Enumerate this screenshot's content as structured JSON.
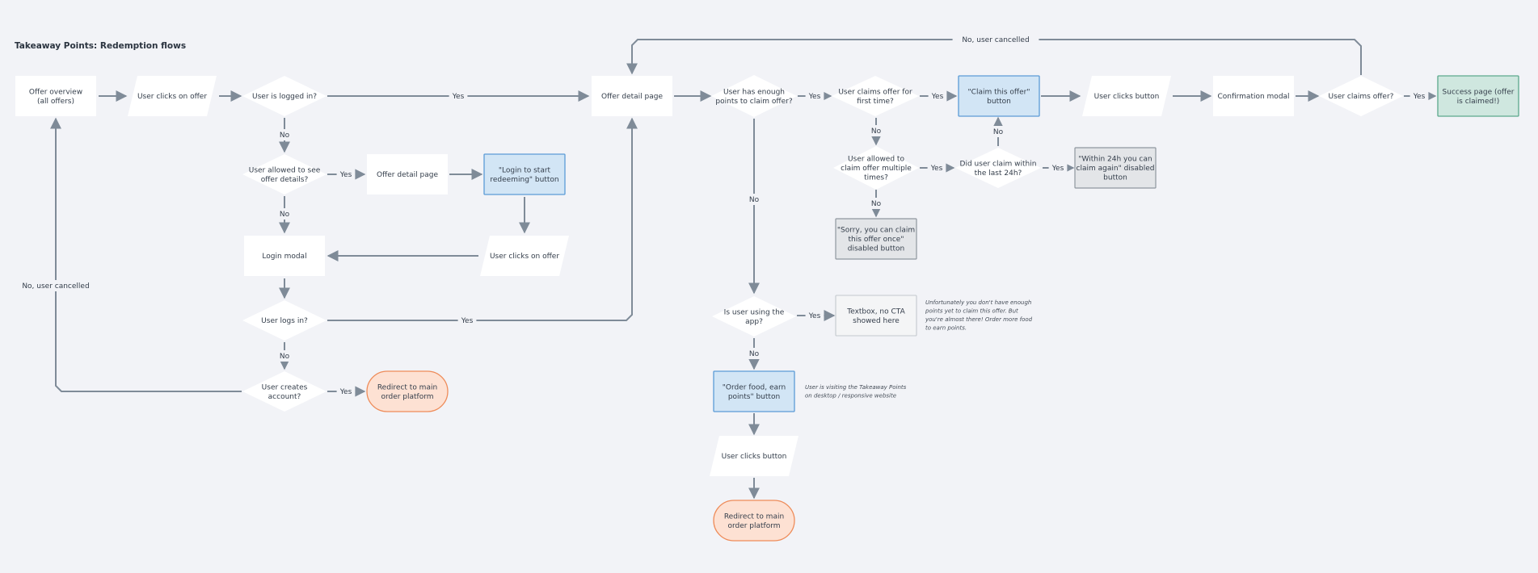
{
  "title": "Takeaway Points: Redemption flows",
  "colors": {
    "background": "#f2f3f7",
    "box": "#ffffff",
    "blue_fill": "#d2e5f5",
    "blue_stroke": "#5b9bd6",
    "gray_fill": "#e3e5e8",
    "gray_stroke": "#8f969e",
    "green_fill": "#cfe7df",
    "green_stroke": "#5ca88c",
    "orange_fill": "#fde1d3",
    "orange_stroke": "#ee8c5a",
    "edge": "#7f8b98",
    "text": "#333d4a"
  },
  "nodes": [
    {
      "id": "offer-overview",
      "shape": "rect",
      "lines": [
        "Offer overview",
        "(all offers)"
      ]
    },
    {
      "id": "user-clicks-offer-1",
      "shape": "para",
      "lines": [
        "User clicks on offer"
      ]
    },
    {
      "id": "user-logged-in",
      "shape": "diamond",
      "lines": [
        "User is logged in?"
      ]
    },
    {
      "id": "user-allowed-see",
      "shape": "diamond",
      "lines": [
        "User allowed to see",
        "offer details?"
      ]
    },
    {
      "id": "offer-detail-page-2",
      "shape": "rect",
      "lines": [
        "Offer detail page"
      ]
    },
    {
      "id": "login-start-button",
      "shape": "blue",
      "lines": [
        "\"Login to start",
        "redeeming\" button"
      ]
    },
    {
      "id": "user-clicks-offer-2",
      "shape": "para",
      "lines": [
        "User clicks on offer"
      ]
    },
    {
      "id": "login-modal",
      "shape": "rect",
      "lines": [
        "Login modal"
      ]
    },
    {
      "id": "user-logs-in",
      "shape": "diamond",
      "lines": [
        "User logs in?"
      ]
    },
    {
      "id": "user-creates-account",
      "shape": "diamond",
      "lines": [
        "User creates",
        "account?"
      ]
    },
    {
      "id": "redirect-1",
      "shape": "pill",
      "lines": [
        "Redirect to main",
        "order platform"
      ]
    },
    {
      "id": "offer-detail-page-1",
      "shape": "rect",
      "lines": [
        "Offer detail page"
      ]
    },
    {
      "id": "enough-points",
      "shape": "diamond",
      "lines": [
        "User has enough",
        "points to claim offer?"
      ]
    },
    {
      "id": "claims-first-time",
      "shape": "diamond",
      "lines": [
        "User claims offer for",
        "first time?"
      ]
    },
    {
      "id": "claim-button",
      "shape": "blue",
      "lines": [
        "\"Claim this offer\"",
        "button"
      ]
    },
    {
      "id": "user-clicks-button-1",
      "shape": "para",
      "lines": [
        "User clicks button"
      ]
    },
    {
      "id": "confirmation-modal",
      "shape": "rect",
      "lines": [
        "Confirmation modal"
      ]
    },
    {
      "id": "user-claims-offer",
      "shape": "diamond",
      "lines": [
        "User claims offer?"
      ]
    },
    {
      "id": "success-page",
      "shape": "green",
      "lines": [
        "Success page (offer",
        "is claimed!)"
      ]
    },
    {
      "id": "allowed-multiple",
      "shape": "diamond",
      "lines": [
        "User allowed to",
        "claim offer multiple",
        "times?"
      ]
    },
    {
      "id": "claim-within-24h",
      "shape": "diamond",
      "lines": [
        "Did user claim within",
        "the last 24h?"
      ]
    },
    {
      "id": "within-24h-button",
      "shape": "gray",
      "lines": [
        "\"Within 24h you can",
        "claim again\" disabled",
        "button"
      ]
    },
    {
      "id": "sorry-button",
      "shape": "gray",
      "lines": [
        "\"Sorry, you can claim",
        "this offer once\"",
        "disabled button"
      ]
    },
    {
      "id": "using-app",
      "shape": "diamond",
      "lines": [
        "Is user using the",
        "app?"
      ]
    },
    {
      "id": "textbox-no-cta",
      "shape": "lightgray",
      "lines": [
        "Textbox, no CTA",
        "showed here"
      ]
    },
    {
      "id": "order-food-button",
      "shape": "blue",
      "lines": [
        "\"Order food, earn",
        "points\" button"
      ]
    },
    {
      "id": "user-clicks-button-2",
      "shape": "para",
      "lines": [
        "User clicks button"
      ]
    },
    {
      "id": "redirect-2",
      "shape": "pill",
      "lines": [
        "Redirect to main",
        "order platform"
      ]
    }
  ],
  "edges": [
    {
      "id": "e1"
    },
    {
      "id": "e2"
    },
    {
      "id": "e3",
      "label": "Yes"
    },
    {
      "id": "e4",
      "label": "No"
    },
    {
      "id": "e5",
      "label": "Yes"
    },
    {
      "id": "e6"
    },
    {
      "id": "e7",
      "label": "No"
    },
    {
      "id": "e8"
    },
    {
      "id": "e9"
    },
    {
      "id": "e10"
    },
    {
      "id": "e11",
      "label": "No"
    },
    {
      "id": "e12",
      "label": "Yes"
    },
    {
      "id": "e13",
      "label": "Yes"
    },
    {
      "id": "e14",
      "label": "No, user cancelled"
    },
    {
      "id": "e15"
    },
    {
      "id": "e16",
      "label": "Yes"
    },
    {
      "id": "e17",
      "label": "Yes"
    },
    {
      "id": "e18"
    },
    {
      "id": "e19"
    },
    {
      "id": "e20"
    },
    {
      "id": "e21",
      "label": "Yes"
    },
    {
      "id": "e22",
      "label": "No, user cancelled"
    },
    {
      "id": "e23",
      "label": "No"
    },
    {
      "id": "e24",
      "label": "Yes"
    },
    {
      "id": "e25",
      "label": "Yes"
    },
    {
      "id": "e26",
      "label": "No"
    },
    {
      "id": "e27",
      "label": "No"
    },
    {
      "id": "e28",
      "label": "No"
    },
    {
      "id": "e29",
      "label": "Yes"
    },
    {
      "id": "e30",
      "label": "No"
    },
    {
      "id": "e31"
    },
    {
      "id": "e32"
    }
  ],
  "notes": [
    {
      "id": "note-points",
      "lines": [
        "Unfortunately you don't have enough",
        "points yet to claim this offer. But",
        "you're almost there! Order more food",
        "to earn points."
      ]
    },
    {
      "id": "note-desktop",
      "lines": [
        "User is visiting the Takeaway Points",
        "on desktop / responsive website"
      ]
    }
  ]
}
